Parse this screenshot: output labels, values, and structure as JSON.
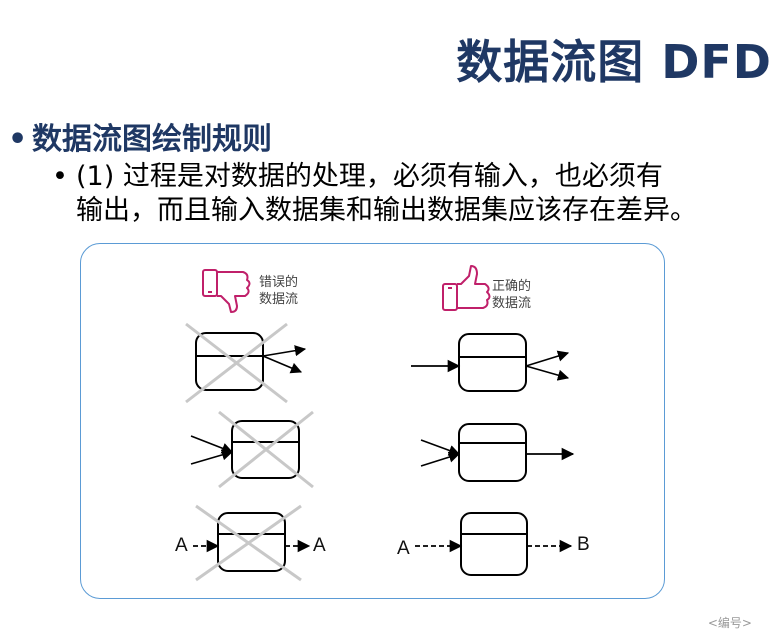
{
  "slide": {
    "title": "数据流图 DFD",
    "bullet_level1": "数据流图绘制规则",
    "bullet_level2_line1": "(1) 过程是对数据的处理，必须有输入，也必须有",
    "bullet_level2_line2": "输出，而且输入数据集和输出数据集应该存在差异。",
    "page_number": "<编号>"
  },
  "diagram": {
    "wrong_label_line1": "错误的",
    "wrong_label_line2": "数据流",
    "right_label_line1": "正确的",
    "right_label_line2": "数据流",
    "wrong_icon": "thumbs-down-icon",
    "right_icon": "thumbs-up-icon",
    "letters": {
      "wrong_in": "A",
      "wrong_out": "A",
      "right_in": "A",
      "right_out": "B"
    }
  }
}
